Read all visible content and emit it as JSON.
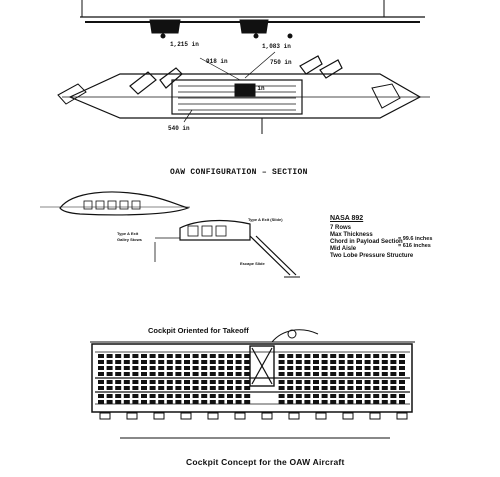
{
  "figure": {
    "section_caption": "OAW CONFIGURATION – SECTION",
    "bottom_caption": "Cockpit Concept for the OAW Aircraft",
    "cockpit_label": "Cockpit Oriented for Takeoff"
  },
  "dimensions": {
    "d1": "1,215 in",
    "d2": "1,083 in",
    "d3": "918 in",
    "d4": "750 in",
    "d5": "540 in",
    "d6": "540 in"
  },
  "airfoil_spec": {
    "title": "NASA 892",
    "lines": [
      "7 Rows",
      "Max Thickness",
      "Chord in Payload Section",
      "Mid Aisle",
      "Two Lobe Pressure Structure"
    ],
    "values": [
      "= 99.6 inches",
      "= 616 inches"
    ]
  },
  "small_labels": {
    "left_note_1": "Type A Exit",
    "left_note_2": "Galley Stows",
    "right_note": "Type A Exit (Slide)",
    "bottom_note": "Escape Slide"
  },
  "colors": {
    "ink": "#111111",
    "paper": "#ffffff"
  }
}
